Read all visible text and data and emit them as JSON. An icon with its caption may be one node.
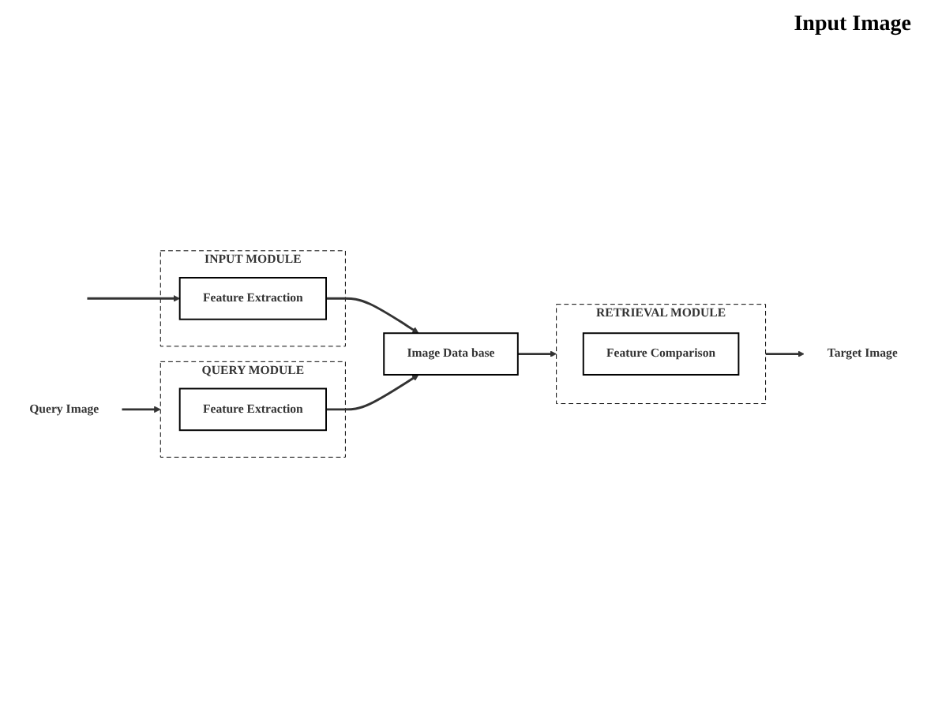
{
  "diagram": {
    "nodes": [
      {
        "text": [
          "INPUT MODULE"
        ]
      },
      {
        "text": [
          "Feature Extraction"
        ],
        "in": 0
      },
      {
        "text": [
          "QUERY MODULE"
        ]
      },
      {
        "text": [
          "Feature Extraction"
        ],
        "in": 2
      },
      {
        "text": [
          "Image Data base"
        ]
      },
      {
        "text": [
          "RETRIEVAL MODULE"
        ]
      },
      {
        "text": [
          "Feature Comparison"
        ],
        "in": 5
      },
      {
        "text": [
          "Query Image"
        ]
      },
      {
        "text": [
          "Target Image"
        ]
      }
    ],
    "edges": [
      {
        "from": null,
        "to": 1,
        "arrow": "to"
      },
      {
        "from": 1,
        "to": 4,
        "arrow": "to"
      },
      {
        "from": 7,
        "to": 2,
        "arrow": "to"
      },
      {
        "from": 3,
        "to": 4,
        "arrow": "to"
      },
      {
        "from": 4,
        "to": 5,
        "arrow": "to"
      },
      {
        "from": 5,
        "to": 8,
        "arrow": "to"
      }
    ],
    "labels": [
      "Input Image"
    ]
  }
}
